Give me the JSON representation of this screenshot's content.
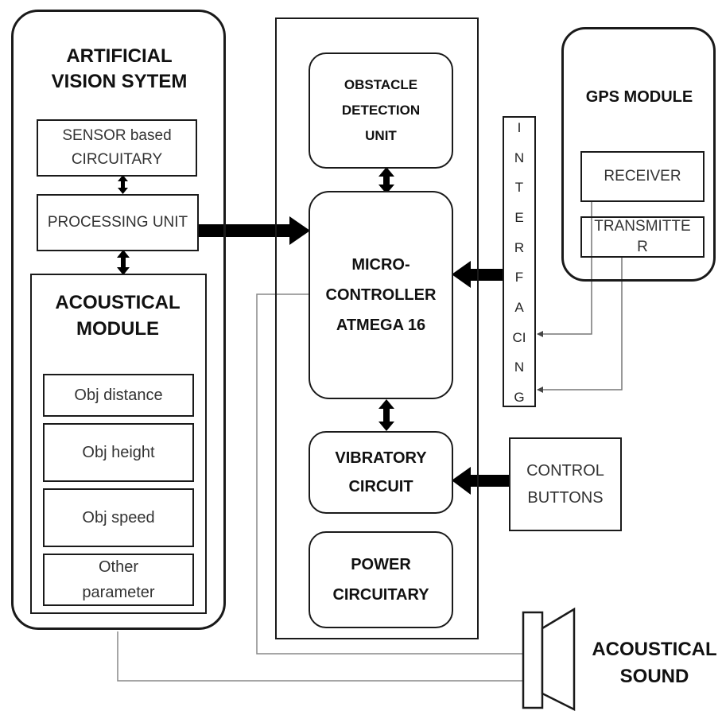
{
  "vision": {
    "title_line1": "ARTIFICIAL",
    "title_line2": "VISION SYTEM",
    "sensor_line1": "SENSOR based",
    "sensor_line2": "CIRCUITARY",
    "processing": "PROCESSING UNIT",
    "acoustical_line1": "ACOUSTICAL",
    "acoustical_line2": "MODULE",
    "params": {
      "distance": "Obj distance",
      "height": "Obj height",
      "speed": "Obj speed",
      "other_line1": "Other",
      "other_line2": "parameter"
    }
  },
  "controller": {
    "obstacle_line1": "OBSTACLE",
    "obstacle_line2": "DETECTION",
    "obstacle_line3": "UNIT",
    "micro_line1": "MICRO-",
    "micro_line2": "CONTROLLER",
    "micro_line3": "ATMEGA 16",
    "vibratory_line1": "VIBRATORY",
    "vibratory_line2": "CIRCUIT",
    "power_line1": "POWER",
    "power_line2": "CIRCUITARY"
  },
  "interfacing": [
    "I",
    "N",
    "T",
    "E",
    "R",
    "F",
    "A",
    "CI",
    "N",
    "G"
  ],
  "gps": {
    "title": "GPS MODULE",
    "receiver": "RECEIVER",
    "transmitter_line1": "TRANSMITTE",
    "transmitter_line2": "R"
  },
  "control": {
    "line1": "CONTROL",
    "line2": "BUTTONS"
  },
  "sound": {
    "line1": "ACOUSTICAL",
    "line2": "SOUND"
  }
}
